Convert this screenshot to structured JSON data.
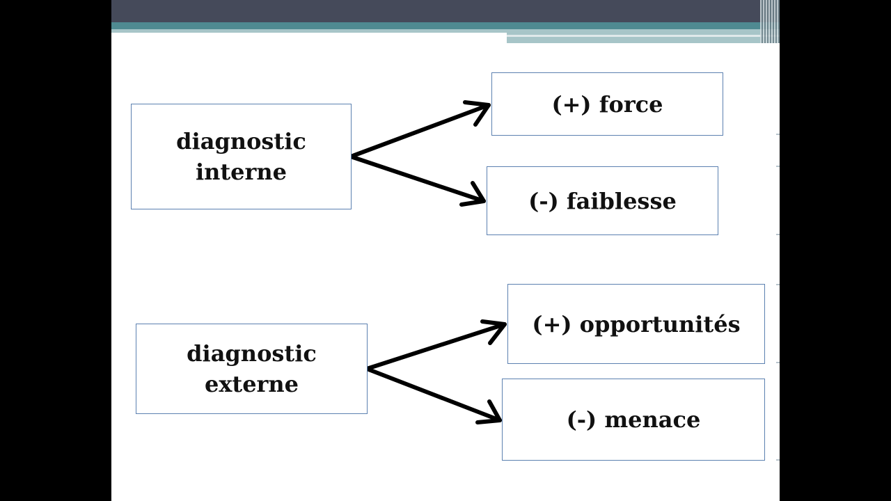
{
  "diagram": {
    "internal": {
      "source": "diagnostic interne",
      "positive": "(+) force",
      "negative": "(-) faiblesse"
    },
    "external": {
      "source": "diagnostic externe",
      "positive": "(+) opportunités",
      "negative": "(-) menace"
    }
  },
  "colors": {
    "box_border": "#5b80b0",
    "arrow": "#000000",
    "header_dark": "#454a5a",
    "header_teal": "#4f8a91",
    "header_light": "#a7c5c8"
  }
}
